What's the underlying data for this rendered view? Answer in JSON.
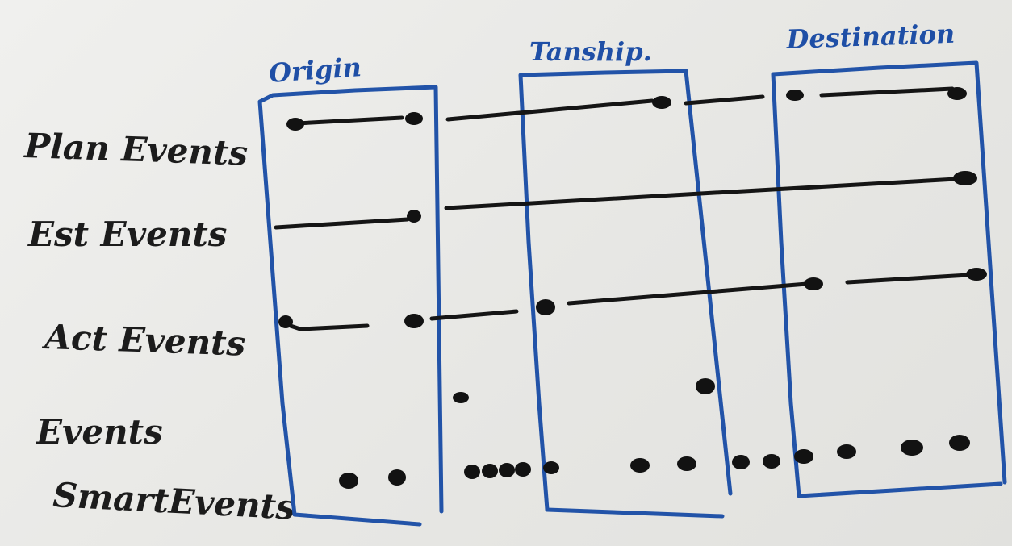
{
  "columns": [
    {
      "title": "Origin"
    },
    {
      "title": "Tanship."
    },
    {
      "title": "Destination"
    }
  ],
  "rows": [
    {
      "label": "Plan Events"
    },
    {
      "label": "Est Events"
    },
    {
      "label": "Act Events"
    },
    {
      "label": "Events"
    },
    {
      "label": "SmartEvents"
    }
  ],
  "colors": {
    "box": "#2253a8",
    "ink": "#151515"
  }
}
